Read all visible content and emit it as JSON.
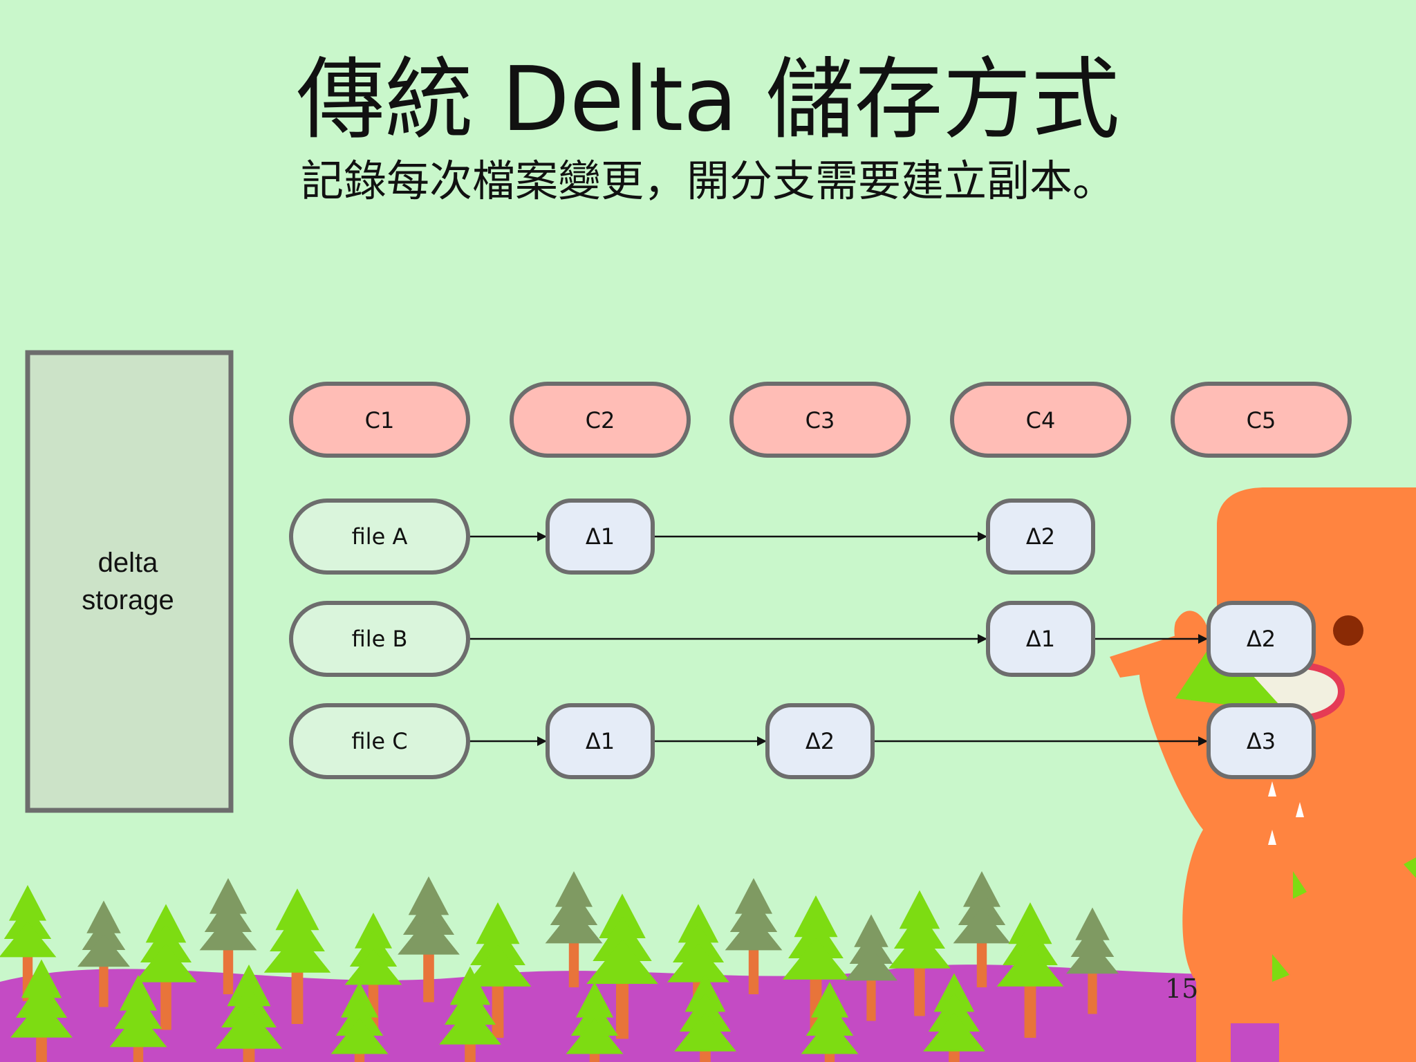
{
  "slide": {
    "title": "傳統 Delta 儲存方式",
    "subtitle": "記錄每次檔案變更，開分支需要建立副本。",
    "page_number": "15"
  },
  "diagram": {
    "storage_label_line1": "delta",
    "storage_label_line2": "storage",
    "commits": [
      "C1",
      "C2",
      "C3",
      "C4",
      "C5"
    ],
    "files": [
      {
        "label": "file A",
        "deltas": [
          {
            "label": "Δ1",
            "commit": "C2"
          },
          {
            "label": "Δ2",
            "commit": "C4"
          }
        ]
      },
      {
        "label": "file B",
        "deltas": [
          {
            "label": "Δ1",
            "commit": "C4"
          },
          {
            "label": "Δ2",
            "commit": "C5"
          }
        ]
      },
      {
        "label": "file C",
        "deltas": [
          {
            "label": "Δ1",
            "commit": "C2"
          },
          {
            "label": "Δ2",
            "commit": "C3"
          },
          {
            "label": "Δ3",
            "commit": "C5"
          }
        ]
      }
    ]
  },
  "colors": {
    "background": "#c9f7cb",
    "commit_fill": "#ffbdb6",
    "file_fill": "#daf5dc",
    "delta_fill": "#e5ecf7",
    "storage_fill": "#cce3c8",
    "node_stroke": "#6d6d6d",
    "monster": "#ff8440",
    "hills": "#c44bc4",
    "tree_light": "#7ddc12",
    "tree_dark": "#7f9a62"
  }
}
